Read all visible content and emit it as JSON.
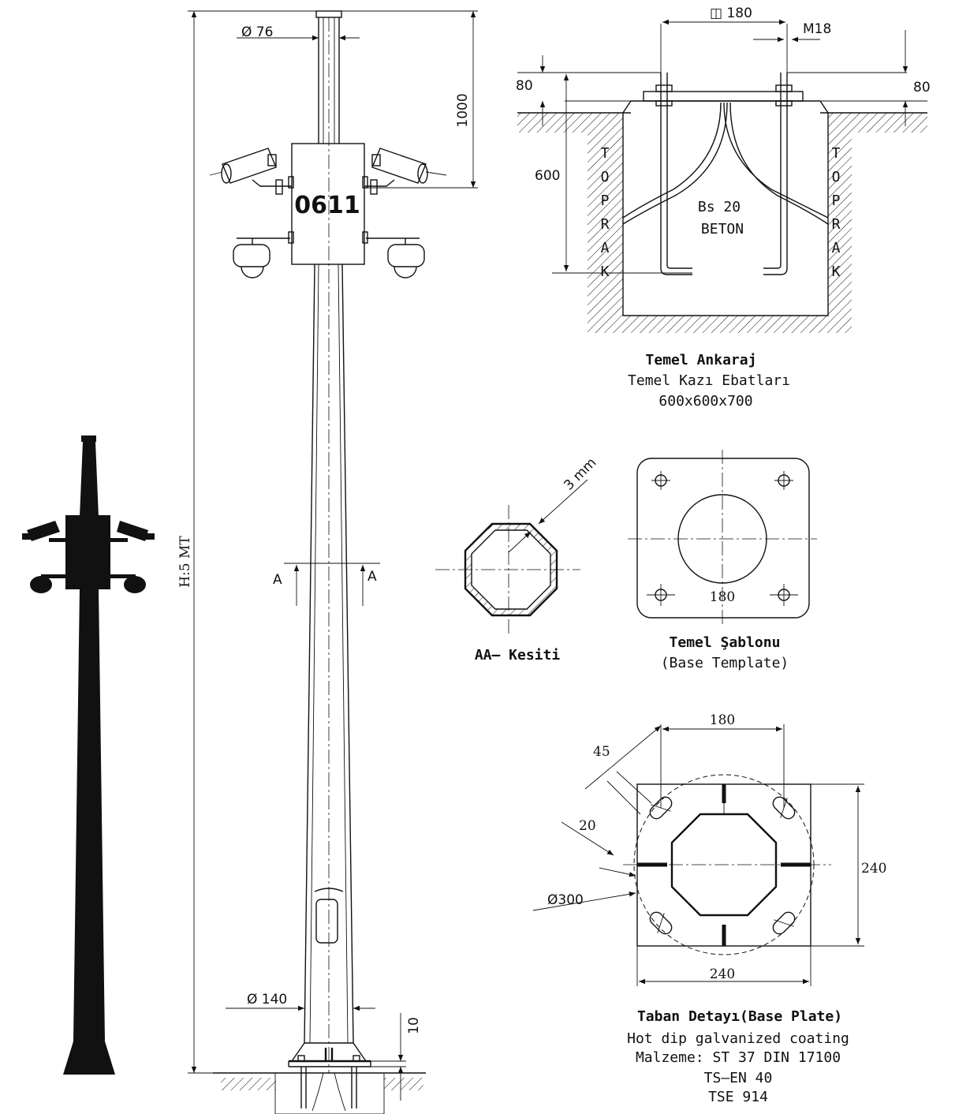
{
  "pole": {
    "id_label": "0611",
    "top_diameter": "Ø 76",
    "bottom_diameter": "Ø 140",
    "height": "H:5 MT",
    "top_section": "1000",
    "base_thickness": "10",
    "section_mark": "A"
  },
  "foundation": {
    "bolt_spacing": "◫ 180",
    "bolt_size": "M18",
    "plate_offset_left": "80",
    "plate_offset_right": "80",
    "depth": "600",
    "soil_letters": [
      "T",
      "O",
      "P",
      "R",
      "A",
      "K"
    ],
    "concrete_line1": "Bs 20",
    "concrete_line2": "BETON",
    "caption_title": "Temel Ankaraj",
    "caption_line1": "Temel Kazı Ebatları",
    "caption_line2": "600x600x700"
  },
  "section_aa": {
    "thickness": "3 mm",
    "caption": "AA– Kesiti"
  },
  "template": {
    "spacing": "180",
    "caption_title": "Temel Şablonu",
    "caption_sub": "(Base Template)"
  },
  "base_plate": {
    "top_spacing": "180",
    "slot_angle": "45",
    "slot_width": "20",
    "circle_diameter": "Ø300",
    "height": "240",
    "width": "240",
    "caption_title": "Taban Detayı(Base Plate)",
    "notes": [
      "Hot dip galvanized coating",
      "Malzeme: ST 37  DIN  17100",
      "TS–EN 40",
      "TSE 914"
    ]
  }
}
